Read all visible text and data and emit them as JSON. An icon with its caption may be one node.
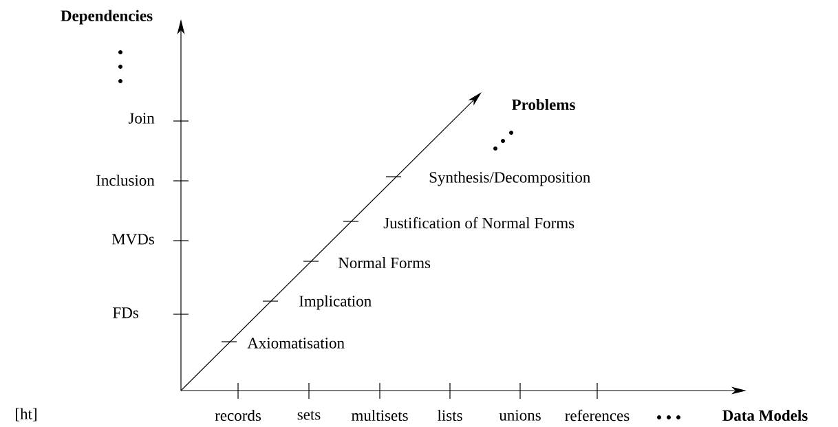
{
  "diagram": {
    "labels": [
      "Dependencies",
      "Problems",
      "Join",
      "Inclusion",
      "Synthesis/Decomposition",
      "Justification of Normal Forms",
      "MVDs",
      "Normal Forms",
      "Implication",
      "FDs",
      "Axiomatisation",
      "[ht]",
      "records",
      "sets",
      "multisets",
      "lists",
      "unions",
      "references",
      "Data Models"
    ]
  }
}
